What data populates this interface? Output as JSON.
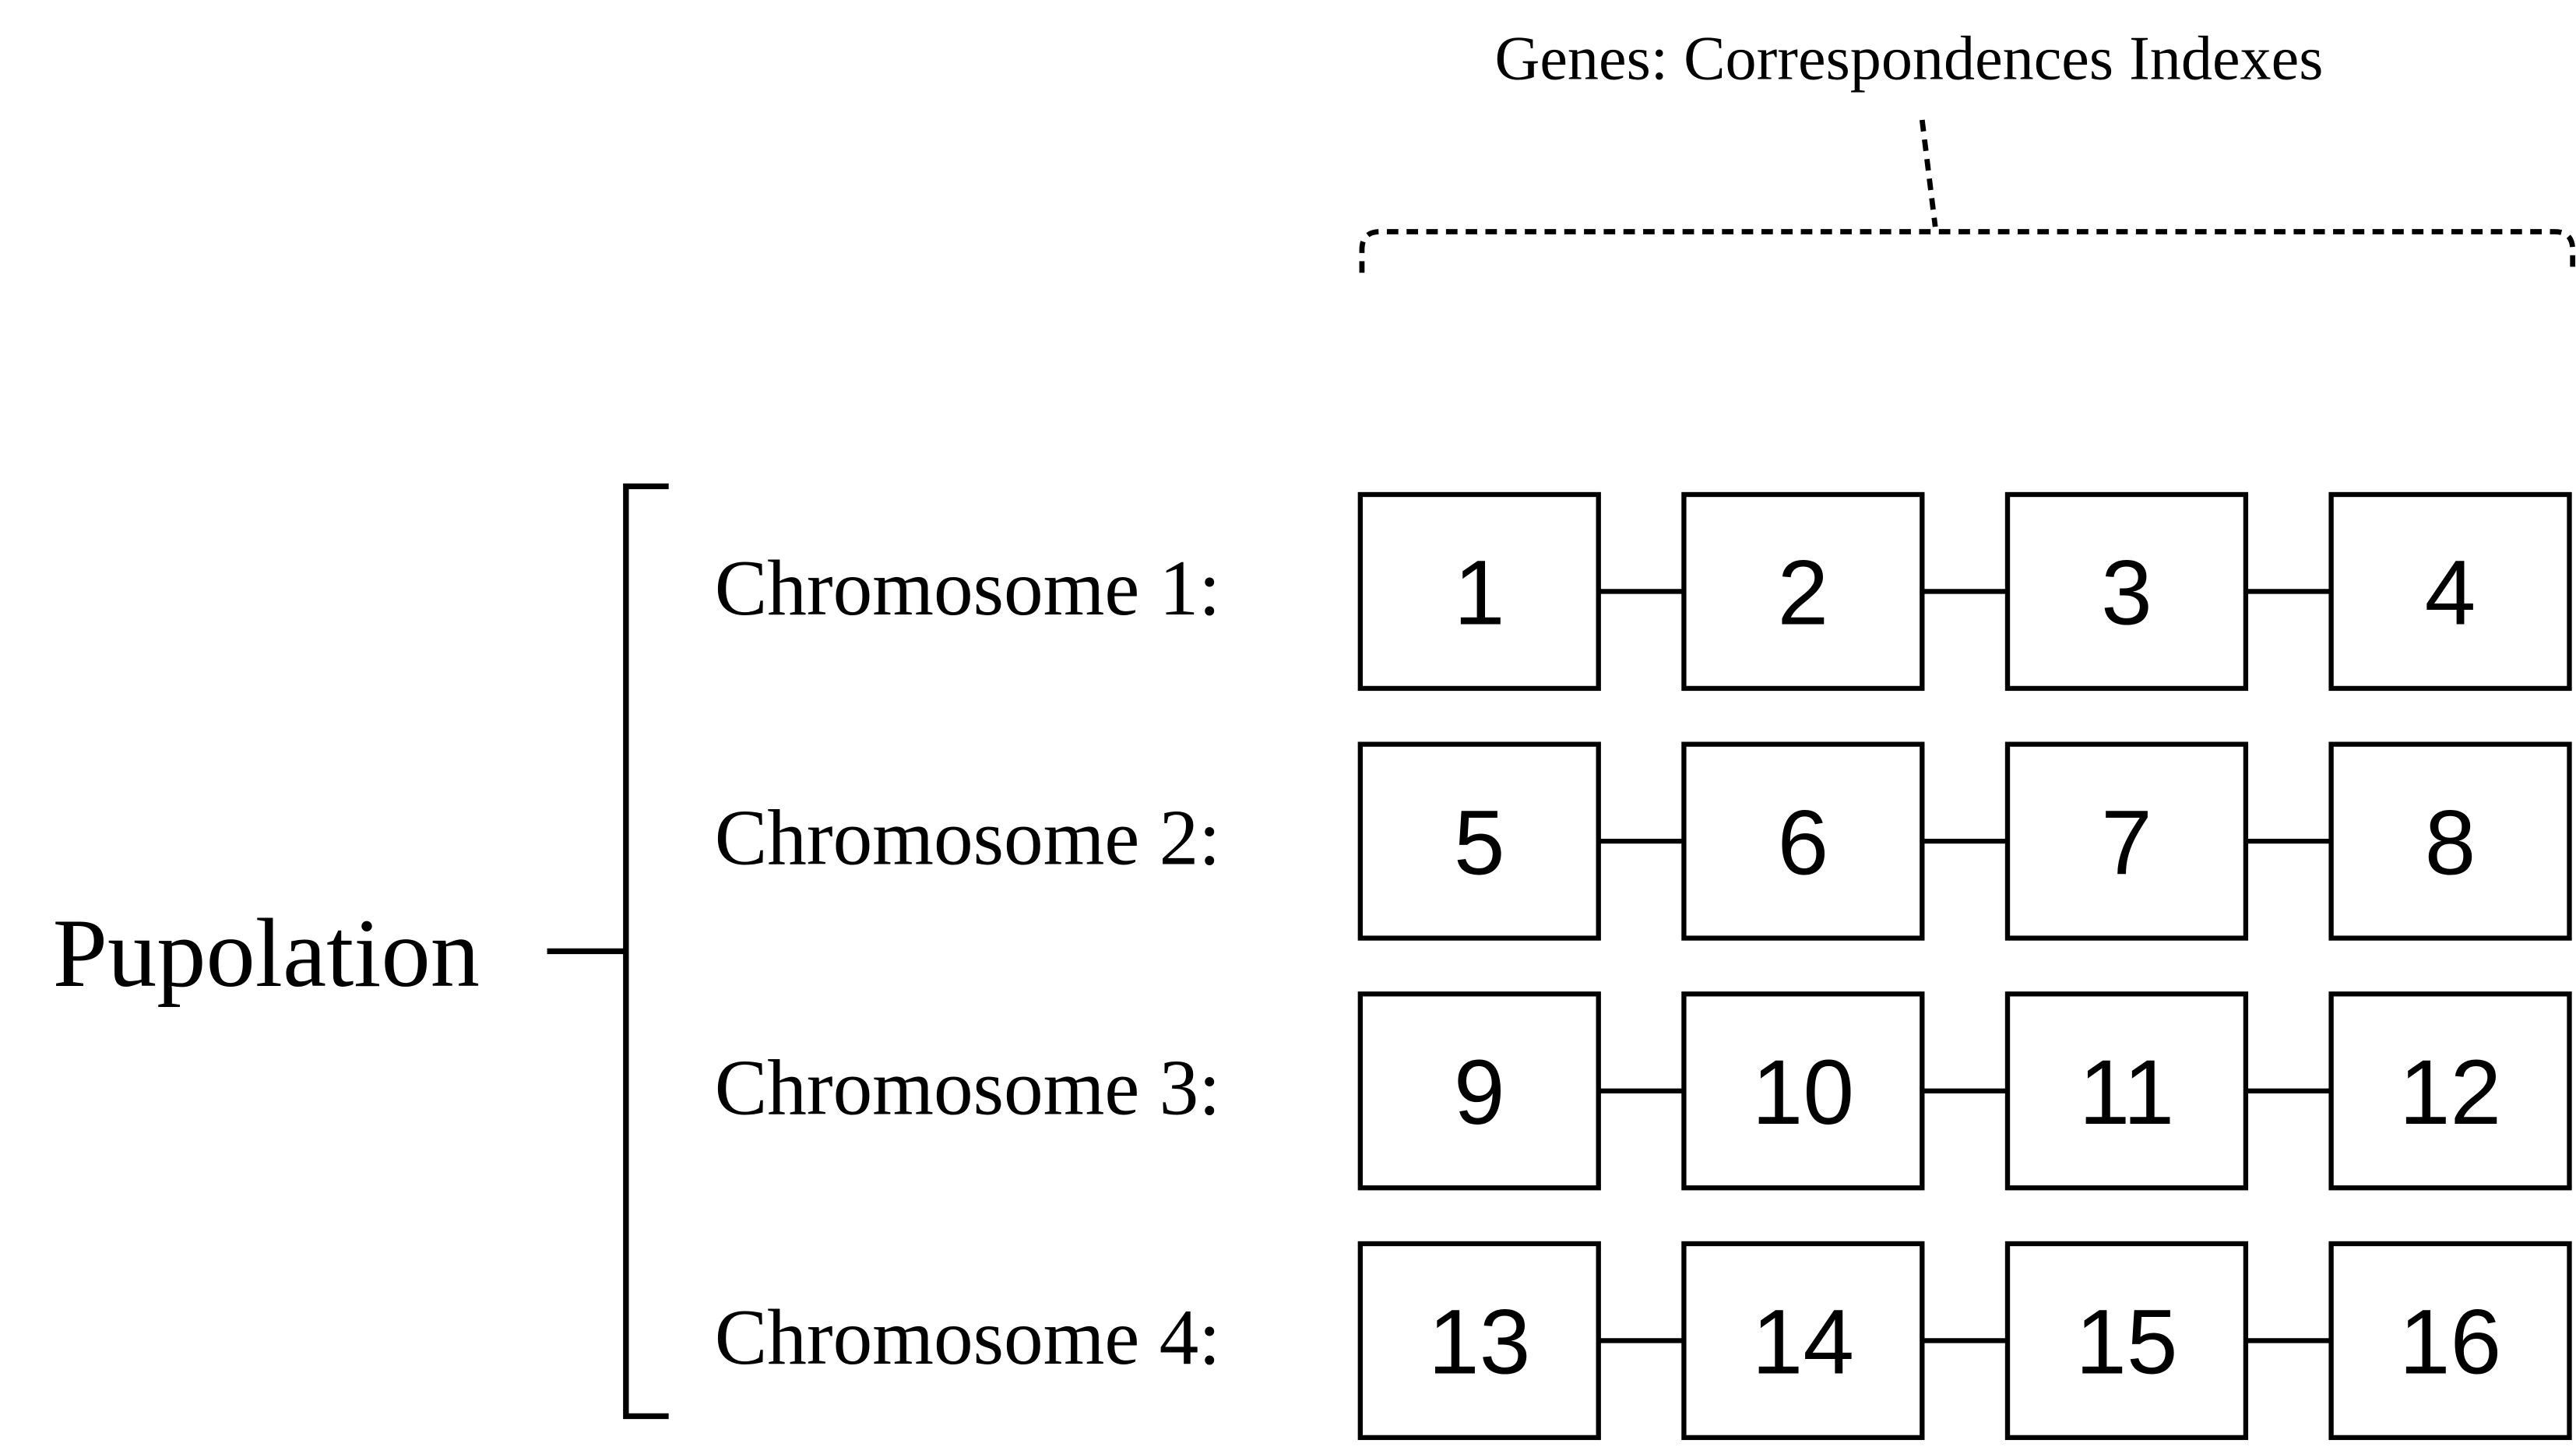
{
  "header": {
    "label": "Genes: Correspondences Indexes"
  },
  "population": {
    "label": "Pupolation"
  },
  "chromosomes": [
    {
      "label": "Chromosome 1:",
      "genes": [
        "1",
        "2",
        "3",
        "4"
      ]
    },
    {
      "label": "Chromosome 2:",
      "genes": [
        "5",
        "6",
        "7",
        "8"
      ]
    },
    {
      "label": "Chromosome 3:",
      "genes": [
        "9",
        "10",
        "11",
        "12"
      ]
    },
    {
      "label": "Chromosome 4:",
      "genes": [
        "13",
        "14",
        "15",
        "16"
      ]
    }
  ],
  "colors": {
    "stroke": "#000000",
    "text": "#000000",
    "background": "#ffffff"
  }
}
